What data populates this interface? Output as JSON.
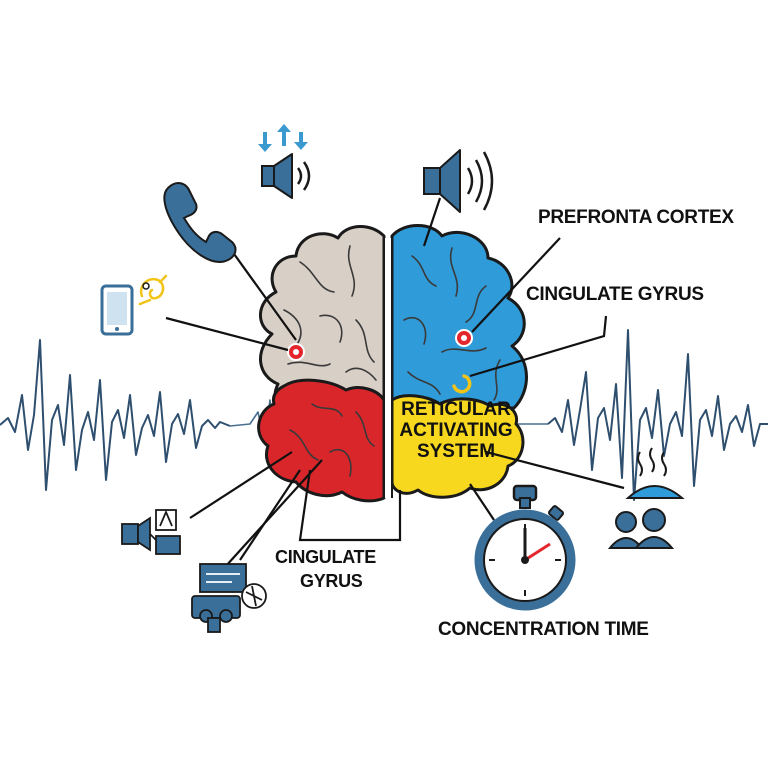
{
  "labels": {
    "prefrontal_cortex": "PREFRONTA CORTEX",
    "cingulate_gyrus_right": "CINGULATE GYRUS",
    "ras_line1": "RETICULAR",
    "ras_line2": "ACTIVATING",
    "ras_line3": "SYSTEM",
    "cingulate_gyrus_bottom_line1": "CINGULATE",
    "cingulate_gyrus_bottom_line2": "GYRUS",
    "concentration_time": "CONCENTRATION TIME"
  },
  "colors": {
    "left_upper_hemisphere": "#d8cfc6",
    "right_upper_hemisphere": "#2f9bd8",
    "left_lower_region": "#d9262b",
    "right_lower_region": "#f7d81f",
    "icon_blue": "#3a6f9a",
    "accent_yellow": "#f2c418",
    "marker_red": "#e3262b",
    "outline": "#1a1a1a"
  },
  "icons": [
    "phone-icon",
    "speaker-icon",
    "arrows-icon",
    "tablet-icon",
    "notification-icon",
    "desk-icon",
    "computer-icon",
    "stopwatch-icon",
    "people-icon"
  ]
}
